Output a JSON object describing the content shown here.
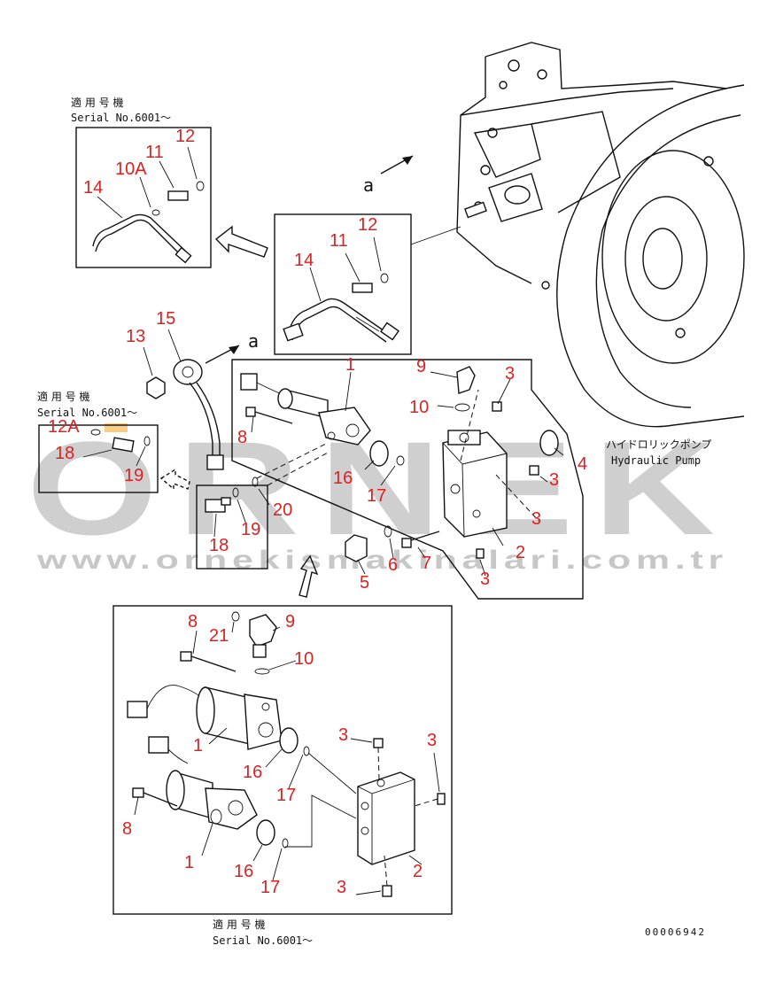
{
  "serial_note": {
    "applicable_label": "適 用 号 機",
    "serial_text": "Serial No.6001～"
  },
  "view_markers": {
    "a": "a"
  },
  "pump_label": {
    "japanese": "ハイドロリックポンプ",
    "english": "Hydraulic Pump"
  },
  "drawing_number": "00006942",
  "watermark": {
    "brand": "ORNEK",
    "url": "www.ornekismakinalari.com.tr",
    "color": "#b0b0b0",
    "accent_color": "#f5a623"
  },
  "callout_color": "#e02020",
  "callouts": {
    "c1": "12",
    "c2": "11",
    "c3": "10A",
    "c4": "14",
    "c5": "12",
    "c6": "11",
    "c7": "14",
    "c8": "15",
    "c9": "13",
    "c10": "12A",
    "c11": "18",
    "c12": "19",
    "c13": "1",
    "c14": "9",
    "c15": "3",
    "c16": "10",
    "c17": "8",
    "c18": "4",
    "c19": "16",
    "c20": "17",
    "c21": "3",
    "c22": "3",
    "c23": "20",
    "c24": "18",
    "c25": "19",
    "c26": "5",
    "c27": "6",
    "c28": "7",
    "c29": "2",
    "c30": "3",
    "c31": "8",
    "c32": "21",
    "c33": "9",
    "c34": "10",
    "c35": "1",
    "c36": "16",
    "c37": "3",
    "c38": "3",
    "c39": "17",
    "c40": "8",
    "c41": "1",
    "c42": "16",
    "c43": "17",
    "c44": "2",
    "c45": "3"
  }
}
